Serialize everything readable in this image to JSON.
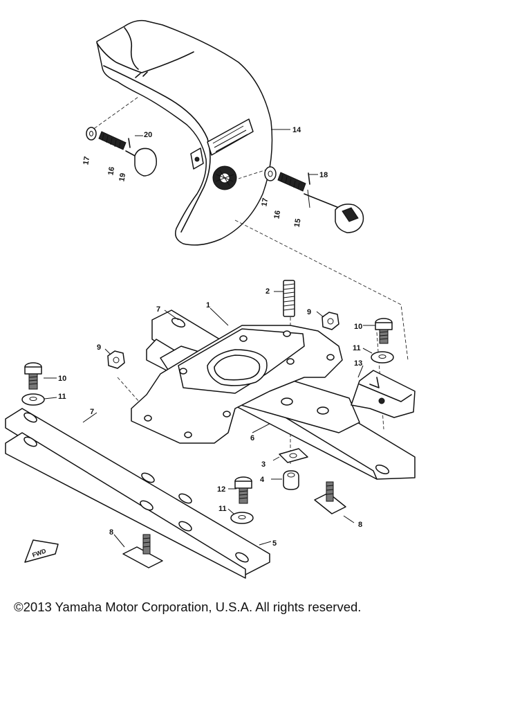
{
  "callouts": {
    "p1": "1",
    "p2": "2",
    "p3": "3",
    "p4": "4",
    "p5": "5",
    "p6": "6",
    "p7a": "7",
    "p7b": "7",
    "p8a": "8",
    "p8b": "8",
    "p9a": "9",
    "p9b": "9",
    "p10a": "10",
    "p10b": "10",
    "p11a": "11",
    "p11b": "11",
    "p11c": "11",
    "p12": "12",
    "p13": "13",
    "p14": "14",
    "p15": "15",
    "p16a": "16",
    "p16b": "16",
    "p17a": "17",
    "p17b": "17",
    "p18": "18",
    "p19": "19",
    "p20": "20"
  },
  "fwd_mark": "FWD",
  "copyright": "©2013 Yamaha Motor Corporation, U.S.A. All rights reserved."
}
